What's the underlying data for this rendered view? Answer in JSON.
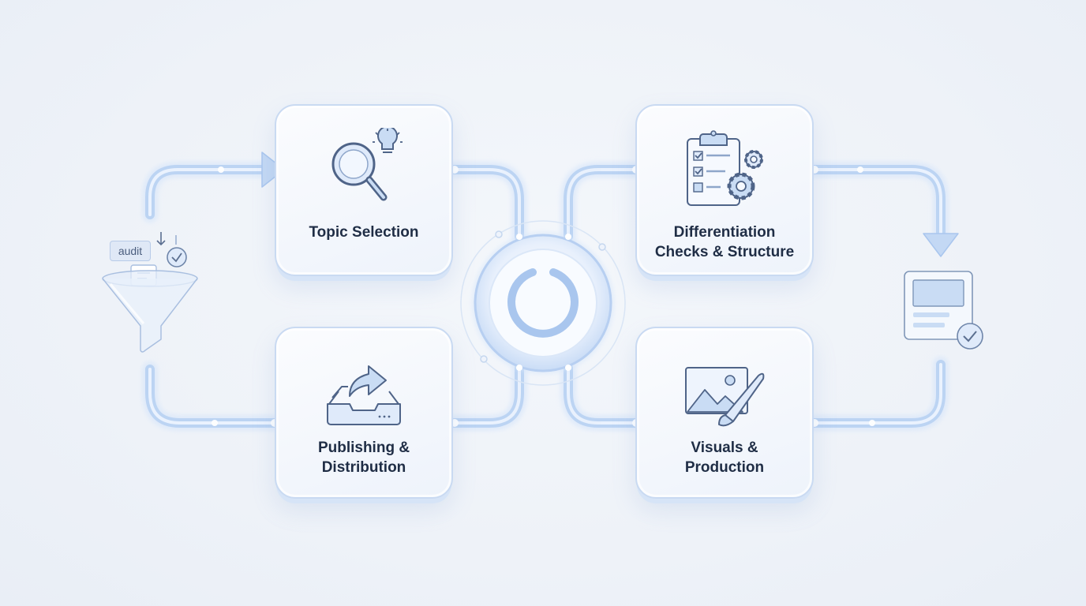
{
  "steps": [
    {
      "label": "Topic Selection",
      "icon": "magnifier-lightbulb-icon"
    },
    {
      "label": "Differentiation Checks & Structure",
      "icon": "checklist-gears-icon"
    },
    {
      "label": "Publishing & Distribution",
      "icon": "inbox-share-icon"
    },
    {
      "label": "Visuals & Production",
      "icon": "image-brush-icon"
    }
  ],
  "input": {
    "tag": "audit",
    "icon": "funnel-icon"
  },
  "output": {
    "icon": "document-check-icon"
  },
  "hub": {
    "icon": "loop-ring-icon"
  },
  "colors": {
    "accent": "#a9c6ee",
    "card_border": "#c9daf2",
    "text": "#1f2d45",
    "background": "#eef2f8"
  }
}
